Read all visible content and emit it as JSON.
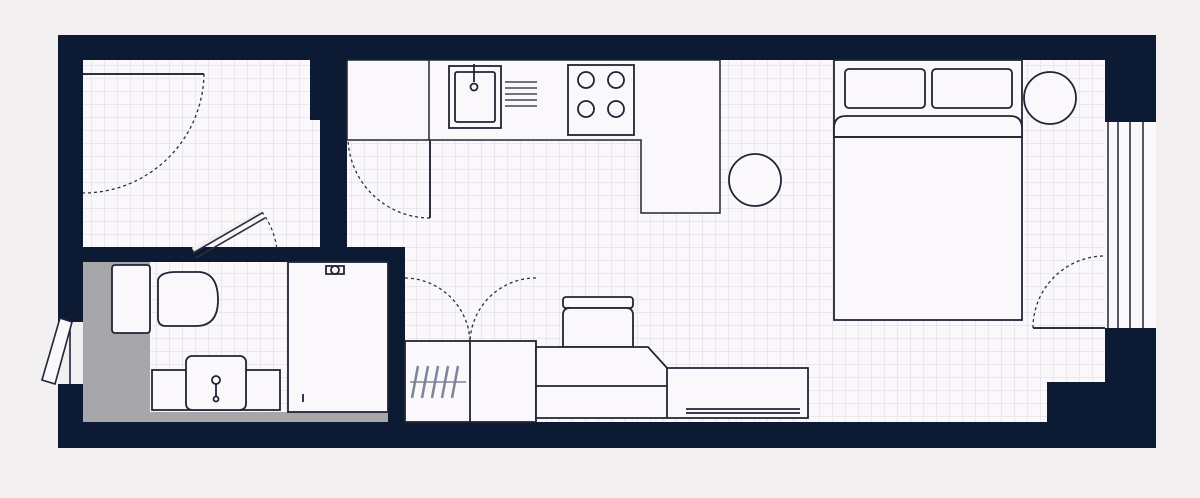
{
  "drawing": {
    "kind": "apartment floor plan",
    "labels": []
  },
  "colors": {
    "background": "#f2eff1",
    "wall": "#0c1a33",
    "floor": "#faf8fa",
    "grid": "#dcd9de",
    "fixture_stroke": "#1e2535",
    "door_swing": "#2a3040",
    "shaded_area": "#a6a6ab",
    "rail_accent": "#7c8599"
  },
  "rooms": [
    "main-living-area",
    "entry-hallway",
    "bathroom",
    "shower",
    "kitchenette",
    "sleeping-area"
  ],
  "fixtures": [
    {
      "name": "kitchen-sink",
      "icon": "sink-icon"
    },
    {
      "name": "cooktop",
      "icon": "four-burner-hob-icon"
    },
    {
      "name": "round-table",
      "icon": "circle-table-icon"
    },
    {
      "name": "double-bed",
      "icon": "bed-icon"
    },
    {
      "name": "bedside-table",
      "icon": "round-nightstand-icon"
    },
    {
      "name": "toilet",
      "icon": "toilet-icon"
    },
    {
      "name": "bathroom-sink",
      "icon": "basin-icon"
    },
    {
      "name": "shower",
      "icon": "shower-tray-icon"
    },
    {
      "name": "wardrobe",
      "icon": "hangers-icon"
    },
    {
      "name": "desk-chair",
      "icon": "chair-icon"
    },
    {
      "name": "desk",
      "icon": "desk-icon"
    }
  ]
}
